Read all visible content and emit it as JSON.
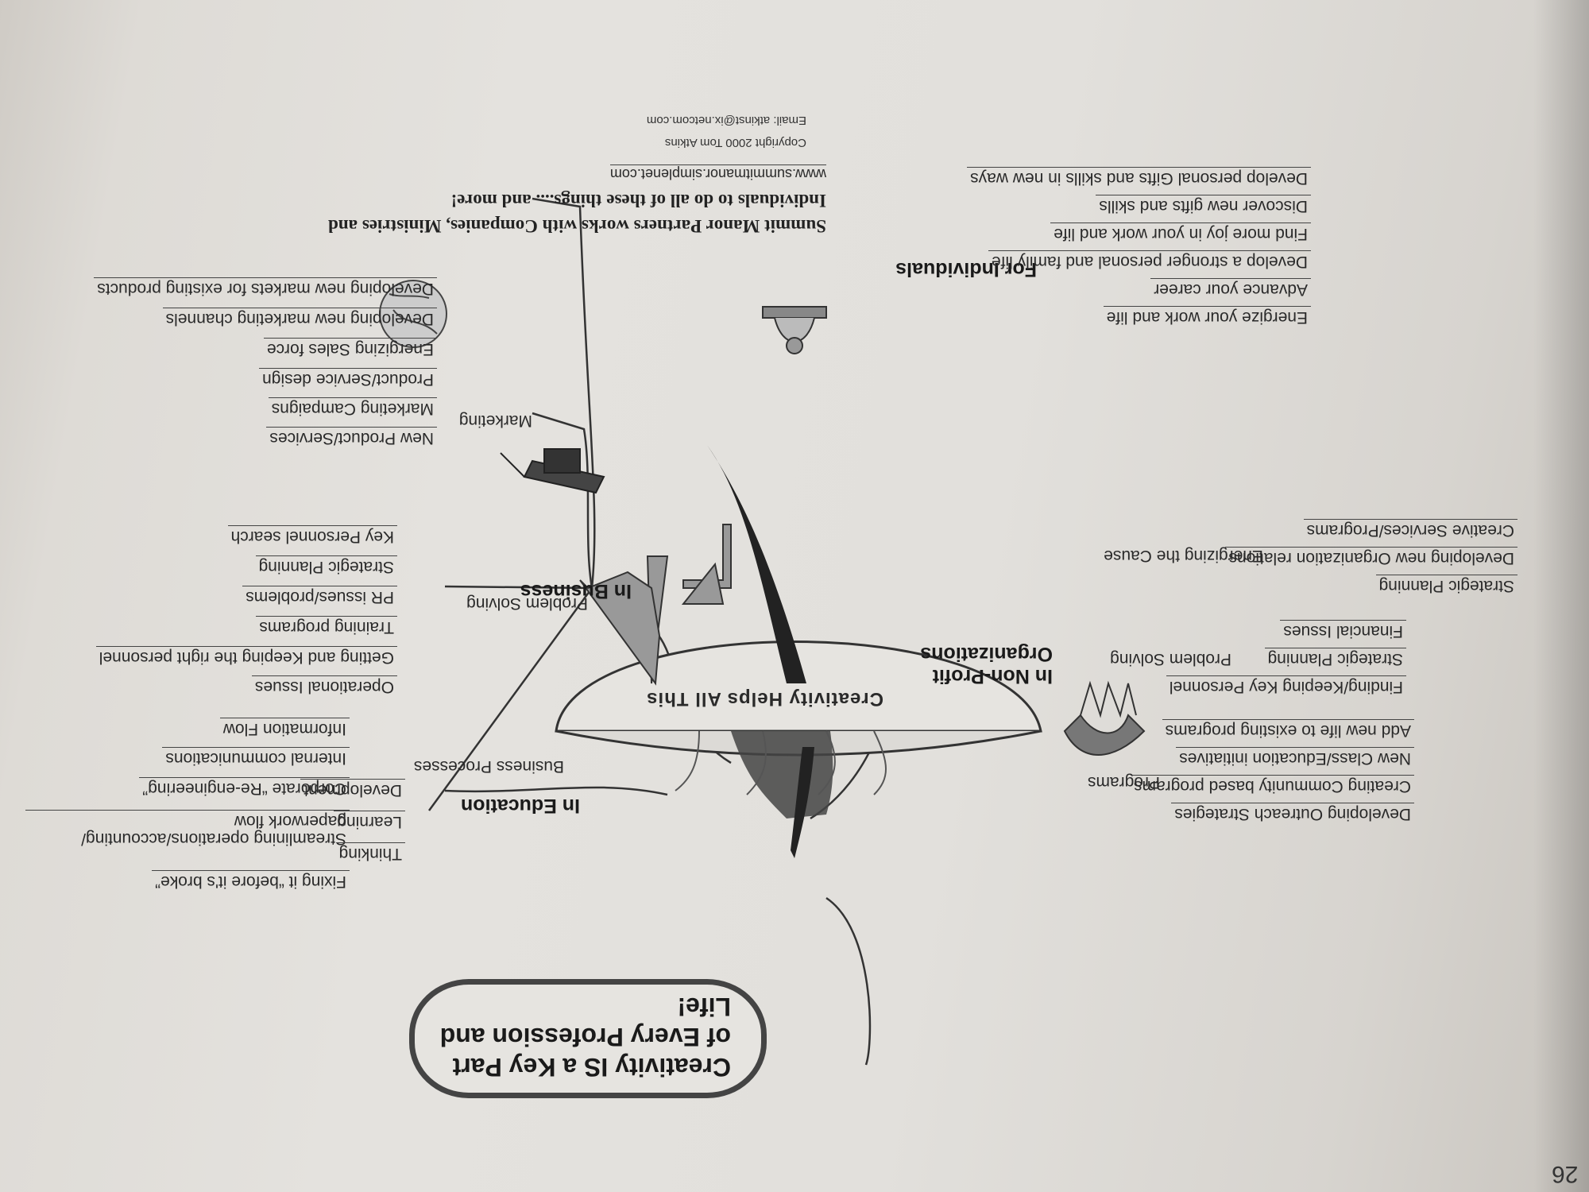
{
  "page_number": "26",
  "title": "Creativity IS a Key Part of Every Profession and Life!",
  "center": "Creativity Helps All This",
  "branches": {
    "business": {
      "label": "In Business",
      "marketing": {
        "label": "Marketing",
        "items": [
          "New Product/Services",
          "Marketing Campaigns",
          "Product/Service design",
          "Energizing Sales force",
          "Developing new marketing channels",
          "Developing new markets for existing products"
        ]
      },
      "problem_solving": {
        "label": "Problem Solving",
        "items": [
          "Operational Issues",
          "Getting and Keeping the right personnel",
          "Training programs",
          "PR issues/problems",
          "Strategic Planning",
          "Key Personnel search"
        ]
      },
      "business_processes": {
        "label": "Business Processes",
        "items": [
          "Streamlining operations/accounting/ paperwork flow",
          "Corporate “Re-engineering”",
          "Internal communications",
          "Information Flow",
          "Fixing it “before it's broke”"
        ]
      }
    },
    "education": {
      "label": "In Education",
      "items": [
        "Thinking",
        "Learning",
        "Development"
      ]
    },
    "nonprofit": {
      "label": "In Non-Profit Organizations",
      "programs": {
        "label": "Programs",
        "items": [
          "Developing Outreach Strategies",
          "Creating Community based programs",
          "New Class/Education initiatives",
          "Add new life to existing programs"
        ]
      },
      "problem_solving": {
        "label": "Problem Solving",
        "items": [
          "Finding/Keeping Key Personnel",
          "Strategic Planning",
          "Financial Issues"
        ]
      },
      "energizing": {
        "label": "Energizing the Cause",
        "items": [
          "Strategic Planning",
          "Developing new Organization relations",
          "Creative Services/Programs"
        ]
      }
    },
    "individuals": {
      "label": "For Individuals",
      "items": [
        "Energize your work and life",
        "Advance your career",
        "Develop a stronger personal and family life",
        "Find more joy in your work and life",
        "Discover new gifts and skills",
        "Develop personal Gifts and skills in new ways"
      ]
    }
  },
  "footer": {
    "tagline": "Summit Manor Partners works with Companies, Ministries and Individuals to do all of these things.... and more!",
    "url": "www.summitmanor.simplenet.com",
    "copyright": "Copyright 2000 Tom Atkins",
    "email": "Email: atkinst@ix.netcom.com"
  }
}
